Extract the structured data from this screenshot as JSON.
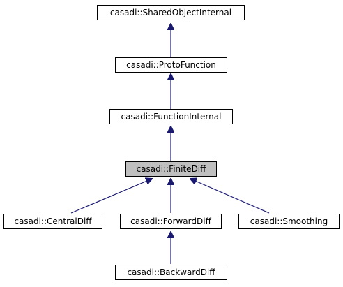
{
  "nodes": {
    "shared_object_internal": "casadi::SharedObjectInternal",
    "proto_function": "casadi::ProtoFunction",
    "function_internal": "casadi::FunctionInternal",
    "finite_diff": "casadi::FiniteDiff",
    "central_diff": "casadi::CentralDiff",
    "forward_diff": "casadi::ForwardDiff",
    "smoothing": "casadi::Smoothing",
    "backward_diff": "casadi::BackwardDiff"
  },
  "edges": [
    {
      "from": "proto_function",
      "to": "shared_object_internal"
    },
    {
      "from": "function_internal",
      "to": "proto_function"
    },
    {
      "from": "finite_diff",
      "to": "function_internal"
    },
    {
      "from": "central_diff",
      "to": "finite_diff"
    },
    {
      "from": "forward_diff",
      "to": "finite_diff"
    },
    {
      "from": "smoothing",
      "to": "finite_diff"
    },
    {
      "from": "backward_diff",
      "to": "forward_diff"
    }
  ],
  "colors": {
    "edge": "#191970",
    "highlighted_node_fill": "#bfbfbf",
    "node_border": "#000000"
  }
}
